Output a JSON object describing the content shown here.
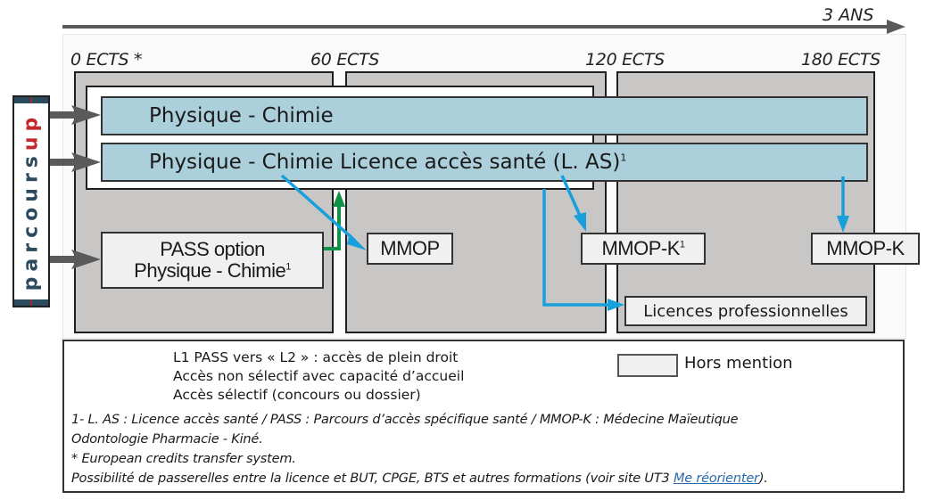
{
  "timeline": {
    "duration_label": "3 ANS",
    "ects_markers": [
      "0 ECTS *",
      "60 ECTS",
      "120 ECTS",
      "180 ECTS"
    ]
  },
  "parcoursup": {
    "word_part1": "parcours",
    "word_part2": "up"
  },
  "tracks": [
    {
      "label": "Physique - Chimie",
      "sup": ""
    },
    {
      "label": "Physique - Chimie Licence accès santé (L. AS)",
      "sup": "1"
    }
  ],
  "pass_box": {
    "line1": "PASS option",
    "line2": "Physique - Chimie",
    "sup": "1"
  },
  "outcomes": {
    "mmop": {
      "label": "MMOP",
      "sup": ""
    },
    "mmop_k1": {
      "label": "MMOP-K",
      "sup": "1"
    },
    "mmop_k": {
      "label": "MMOP-K",
      "sup": ""
    },
    "licences_pro": {
      "label": "Licences professionnelles",
      "sup": ""
    }
  },
  "colors": {
    "track_fill": "#abcfdb",
    "year_fill": "#c8c7c5",
    "outcome_fill": "#f0f0f0",
    "arrow_green": "#0f9245",
    "arrow_gray": "#5a5a5a",
    "arrow_blue": "#17a0dc",
    "parcoursup_blue": "#2c4a5e",
    "parcoursup_red": "#c3272b"
  },
  "legend": {
    "items": [
      {
        "color": "green",
        "label": "L1 PASS vers « L2 » : accès de plein droit"
      },
      {
        "color": "gray",
        "label": "Accès non sélectif avec capacité d’accueil"
      },
      {
        "color": "blue",
        "label": "Accès sélectif (concours ou dossier)"
      }
    ],
    "hors_mention": "Hors mention",
    "notes": [
      "1- L. AS : Licence accès santé / PASS : Parcours d’accès spécifique santé / MMOP-K : Médecine Maïeutique",
      "Odontologie Pharmacie - Kiné.",
      "* European credits transfer system."
    ],
    "last_note_prefix": "Possibilité de passerelles entre la licence et BUT, CPGE, BTS et autres formations (voir site UT3 ",
    "last_note_link": "Me réorienter",
    "last_note_suffix": ")."
  }
}
